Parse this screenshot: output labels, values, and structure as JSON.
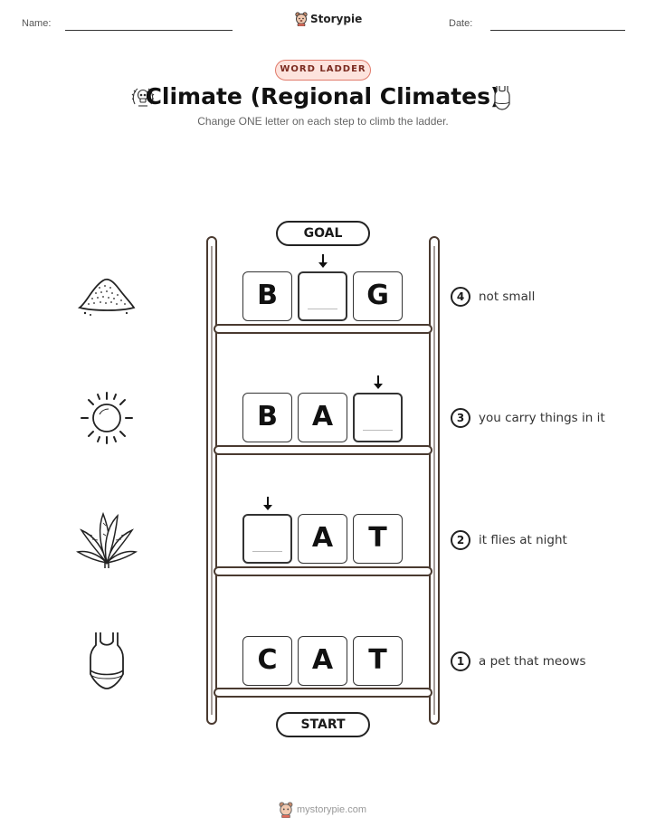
{
  "header": {
    "name_label": "Name:",
    "date_label": "Date:",
    "brand": "Storypie"
  },
  "badge": "WORD LADDER",
  "title": "Climate (Regional Climates)",
  "subtitle": "Change ONE letter on each step to climb the ladder.",
  "ladder": {
    "goal_label": "GOAL",
    "start_label": "START",
    "rungs": [
      {
        "step": "4",
        "clue": "not small",
        "letters": [
          "B",
          "",
          "G"
        ],
        "blank_index": 1,
        "picture": "sand-pile-icon"
      },
      {
        "step": "3",
        "clue": "you carry things in it",
        "letters": [
          "B",
          "A",
          ""
        ],
        "blank_index": 2,
        "picture": "sun-icon"
      },
      {
        "step": "2",
        "clue": "it flies at night",
        "letters": [
          "",
          "A",
          "T"
        ],
        "blank_index": 0,
        "picture": "tropical-plant-icon"
      },
      {
        "step": "1",
        "clue": "a pet that meows",
        "letters": [
          "C",
          "A",
          "T"
        ],
        "blank_index": -1,
        "picture": "swimsuit-icon"
      }
    ]
  },
  "footer": "mystorypie.com"
}
